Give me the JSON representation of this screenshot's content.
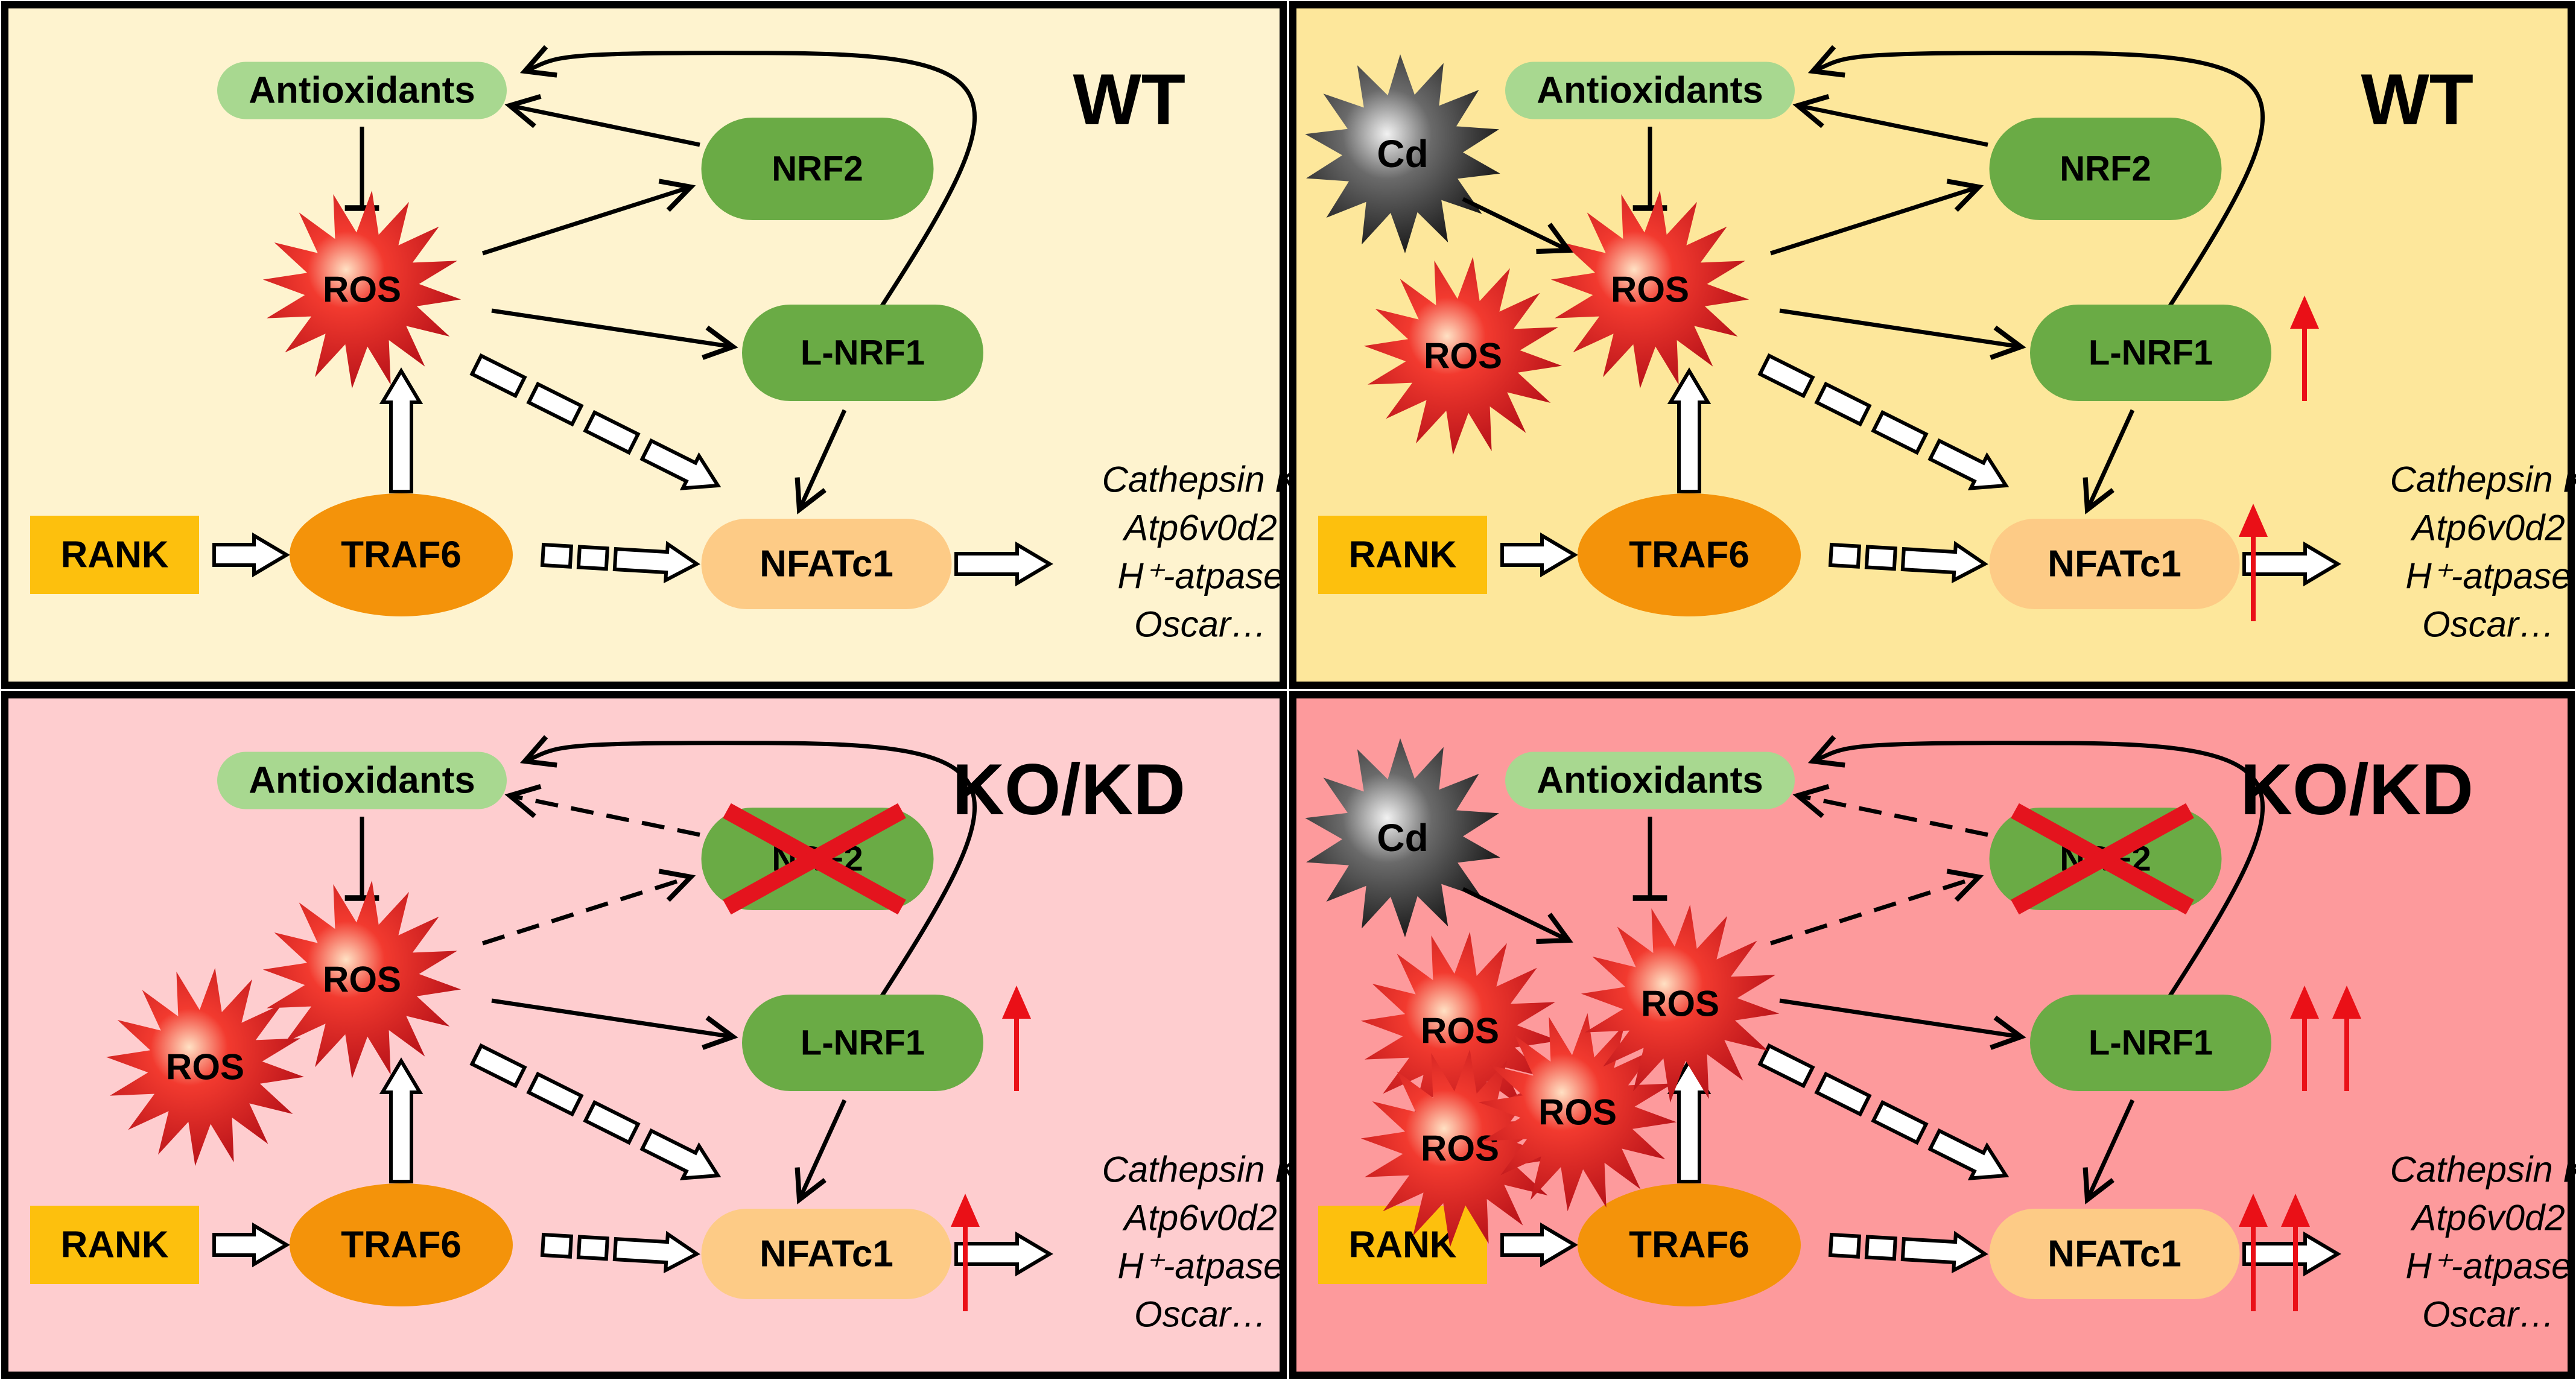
{
  "colors": {
    "panel_wt": "#fef3cf",
    "panel_wt_cd": "#fde79b",
    "panel_ko": "#fecdcf",
    "panel_ko_cd": "#fd9a9c",
    "antioxidants": "#a8d890",
    "green_node": "#6aab45",
    "rank": "#fdc00d",
    "traf6": "#f4930a",
    "nfatc1": "#fdcb86",
    "ros": "#d2141e",
    "cd": "#262626",
    "up_arrow": "#ea1017",
    "knockout_x": "#e4141e"
  },
  "labels": {
    "antioxidants": "Antioxidants",
    "nrf2": "NRF2",
    "ros": "ROS",
    "lnrf1": "L-NRF1",
    "rank": "RANK",
    "traf6": "TRAF6",
    "nfatc1": "NFATc1",
    "cd": "Cd"
  },
  "genes": [
    "Cathepsin K",
    "Atp6v0d2",
    "H⁺-atpase",
    "Oscar…"
  ],
  "panels": [
    {
      "title": "WT",
      "cadmium": false,
      "knockout": false,
      "extra_ros": 0,
      "lnrf1_up": 0,
      "nfatc1_up": 0
    },
    {
      "title": "WT",
      "cadmium": true,
      "knockout": false,
      "extra_ros": 1,
      "lnrf1_up": 1,
      "nfatc1_up": 1
    },
    {
      "title": "KO/KD",
      "cadmium": false,
      "knockout": true,
      "extra_ros": 1,
      "lnrf1_up": 1,
      "nfatc1_up": 1
    },
    {
      "title": "KO/KD",
      "cadmium": true,
      "knockout": true,
      "extra_ros": 3,
      "lnrf1_up": 2,
      "nfatc1_up": 2
    }
  ]
}
